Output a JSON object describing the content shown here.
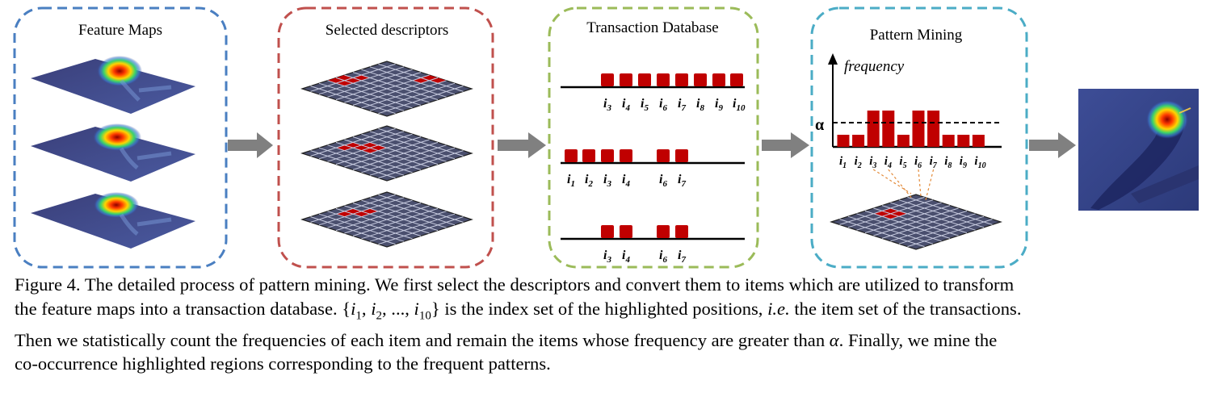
{
  "panels": {
    "feature_maps": {
      "title": "Feature Maps"
    },
    "selected": {
      "title": "Selected descriptors"
    },
    "transactions": {
      "title": "Transaction Database",
      "rows": [
        {
          "items": [
            "3",
            "4",
            "5",
            "6",
            "7",
            "8",
            "9",
            "10"
          ]
        },
        {
          "items": [
            "1",
            "2",
            "3",
            "4",
            "6",
            "7"
          ]
        },
        {
          "items": [
            "3",
            "4",
            "6",
            "7"
          ]
        }
      ]
    },
    "mining": {
      "title": "Pattern Mining",
      "y_axis_label": "frequency",
      "threshold_label": "α",
      "items": [
        "1",
        "2",
        "3",
        "4",
        "5",
        "6",
        "7",
        "8",
        "9",
        "10"
      ],
      "frequencies": [
        1,
        1,
        3,
        3,
        1,
        3,
        3,
        1,
        1,
        1
      ],
      "alpha": 2
    }
  },
  "colors": {
    "feature_frame": "#4a7fc1",
    "selected_frame": "#c0504d",
    "transaction_frame": "#9bbb59",
    "mining_frame": "#4bacc6",
    "bar": "#c00000",
    "arrow": "#808080",
    "dash_link": "#e38b3a"
  },
  "caption": {
    "line1": "Figure 4. The detailed process of pattern mining. We first select the descriptors and convert them to items which are utilized to transform",
    "line2a": "the feature maps into a transaction database.",
    "set_open": "{",
    "set_i1": "i",
    "set_s1": "1",
    "set_i2": "i",
    "set_s2": "2",
    "set_dots": "...",
    "set_i3": "i",
    "set_s3": "10",
    "set_close": "}",
    "line2b": "is the index set of the highlighted positions,",
    "ie": "i.e.",
    "line2c": "the item set of the transactions.",
    "line3a": "Then we statistically count the frequencies of each item and remain the items whose frequency are greater than",
    "alpha": "α",
    "line3b": ". Finally, we mine the",
    "line4": "co-occurrence highlighted regions corresponding to the frequent patterns."
  }
}
